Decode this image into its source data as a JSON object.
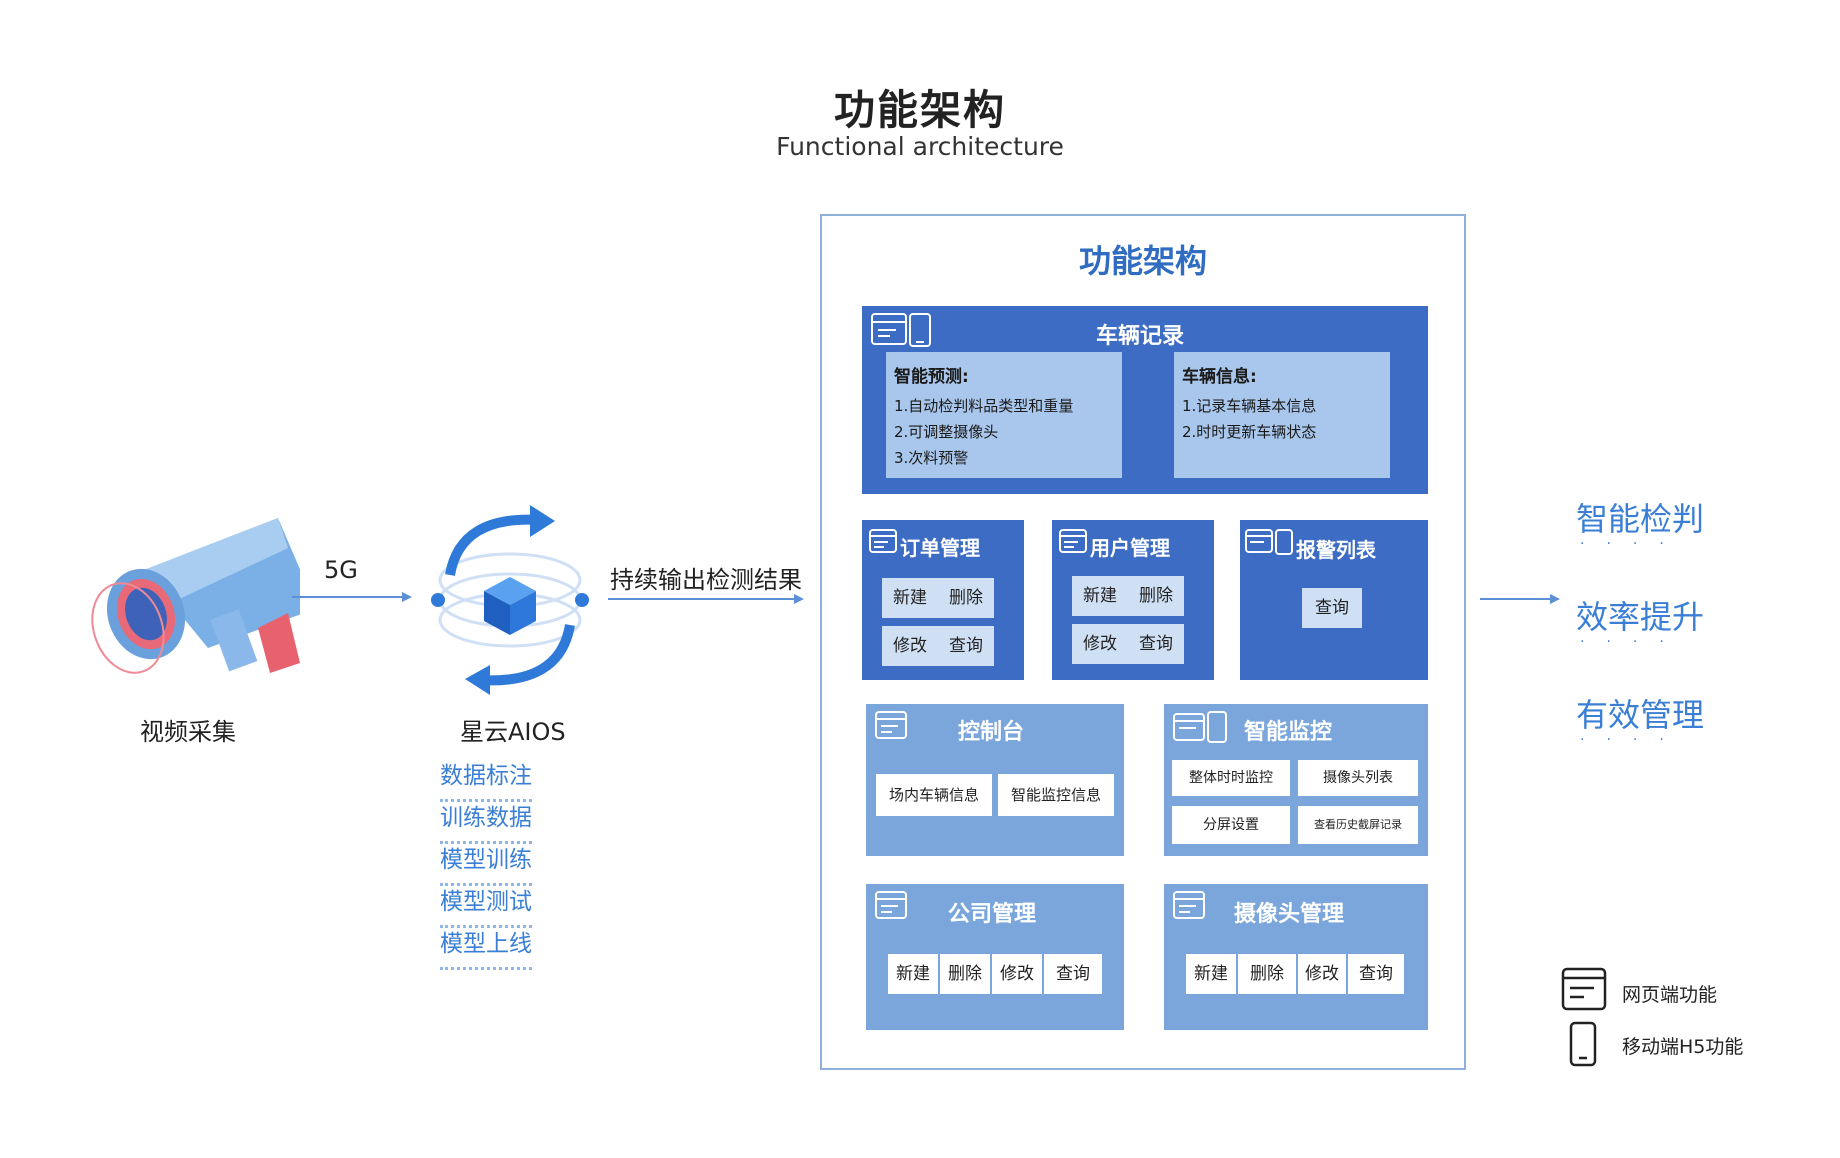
{
  "header": {
    "title": "功能架构",
    "subtitle": "Functional architecture"
  },
  "pipeline": {
    "video_label": "视频采集",
    "link1_label": "5G",
    "aios_label": "星云AIOS",
    "link2_label": "持续输出检测结果",
    "aios_steps": [
      "数据标注",
      "训练数据",
      "模型训练",
      "模型测试",
      "模型上线"
    ]
  },
  "architecture": {
    "title": "功能架构",
    "vehicle_records": {
      "title": "车辆记录",
      "prediction": {
        "heading": "智能预测:",
        "lines": [
          "1.自动检判料品类型和重量",
          "2.可调整摄像头",
          "3.次料预警"
        ]
      },
      "vehicle_info": {
        "heading": "车辆信息:",
        "lines": [
          "1.记录车辆基本信息",
          "2.时时更新车辆状态"
        ]
      }
    },
    "order_mgmt": {
      "title": "订单管理",
      "buttons": [
        "新建",
        "删除",
        "修改",
        "查询"
      ]
    },
    "user_mgmt": {
      "title": "用户管理",
      "buttons": [
        "新建",
        "删除",
        "修改",
        "查询"
      ]
    },
    "alarm_list": {
      "title": "报警列表",
      "buttons": [
        "查询"
      ]
    },
    "console": {
      "title": "控制台",
      "buttons": [
        "场内车辆信息",
        "智能监控信息"
      ]
    },
    "smart_monitor": {
      "title": "智能监控",
      "buttons": [
        "整体时时监控",
        "摄像头列表",
        "分屏设置",
        "查看历史截屏记录"
      ]
    },
    "company_mgmt": {
      "title": "公司管理",
      "buttons": [
        "新建",
        "删除",
        "修改",
        "查询"
      ]
    },
    "camera_mgmt": {
      "title": "摄像头管理",
      "buttons": [
        "新建",
        "删除",
        "修改",
        "查询"
      ]
    }
  },
  "outcomes": [
    "智能检判",
    "效率提升",
    "有效管理"
  ],
  "legend": {
    "web": "网页端功能",
    "mobile": "移动端H5功能"
  },
  "colors": {
    "accent": "#3a7fd5",
    "dark_card": "#3d6cc4",
    "light_card": "#7aa6db",
    "info_box": "#a9c7ec"
  }
}
